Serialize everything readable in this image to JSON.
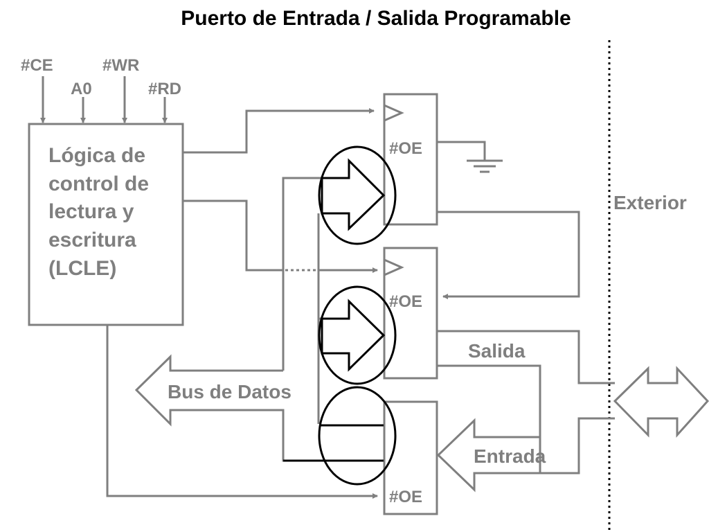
{
  "title": "Puerto de Entrada / Salida Programable",
  "signals": {
    "ce": "#CE",
    "wr": "#WR",
    "a0": "A0",
    "rd": "#RD"
  },
  "lcle": {
    "line1": "Lógica de",
    "line2": "control de",
    "line3": "lectura y",
    "line4": "escritura",
    "line5": "(LCLE)"
  },
  "latch_top": {
    "oe": "#OE"
  },
  "latch_mid": {
    "oe": "#OE"
  },
  "buffer_bottom": {
    "oe": "#OE"
  },
  "labels": {
    "exterior": "Exterior",
    "salida": "Salida",
    "entrada": "Entrada",
    "bus": "Bus de Datos"
  },
  "colors": {
    "line": "#7f7f7f",
    "highlight": "#000000",
    "background": "#ffffff"
  }
}
